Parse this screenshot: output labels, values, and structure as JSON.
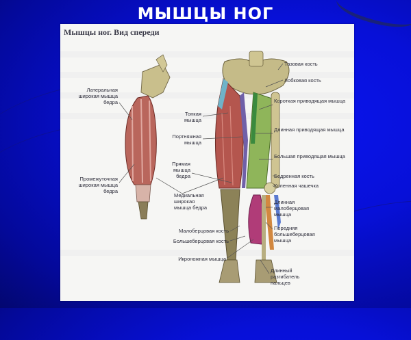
{
  "slide": {
    "title": "МЫШЦЫ НОГ",
    "background_color": "#0710d8"
  },
  "figure": {
    "title": "Мышцы ног. Вид спереди",
    "labels_left_leg": {
      "lateral": "Латеральная широкая мышца бедра",
      "intermediate": "Промежуточная широкая мышца бедра"
    },
    "labels_middle": {
      "gracilis": "Тонкая мышца",
      "sartorius": "Портняжная мышца",
      "rectus": "Прямая мышца бедра",
      "medial": "Медиальная широкая мышца бедра",
      "fibula": "Малоберцовая кость",
      "tibia": "Большеберцовая кость",
      "gastrocnemius": "Икроножная мышца"
    },
    "labels_right": {
      "pelvis": "Тазовая кость",
      "pubic": "Лобковая кость",
      "adductor_brevis": "Короткая приводящая мышца",
      "adductor_longus": "Длинная приводящая мышца",
      "adductor_magnus": "Большая приводящая мышца",
      "femur": "Бедренная кость",
      "patella": "Коленная чашечка",
      "peroneus_longus": "Длинная малоберцовая мышца",
      "tibialis_anterior": "Передняя большеберцовая мышца",
      "extensor": "Длинный разгибатель пальцев"
    }
  }
}
